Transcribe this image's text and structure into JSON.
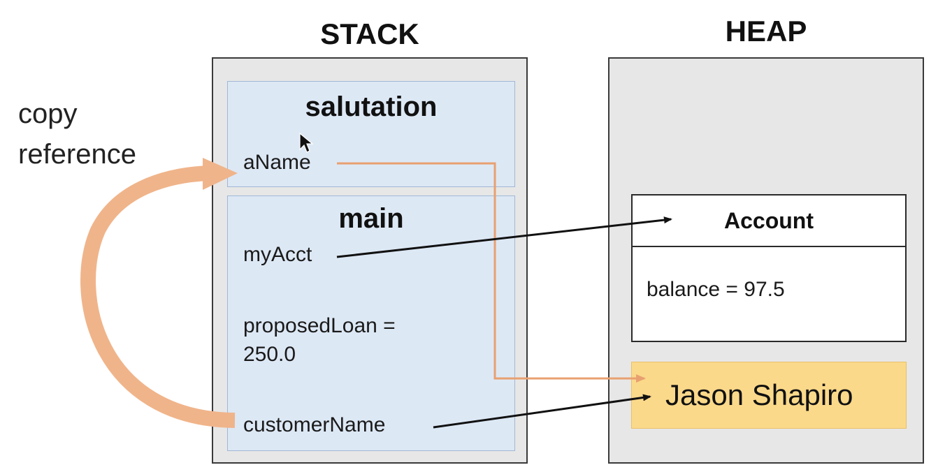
{
  "stack": {
    "title": "STACK",
    "frames": {
      "salutation": {
        "title": "salutation",
        "vars": [
          "aName"
        ]
      },
      "main": {
        "title": "main",
        "vars": [
          "myAcct",
          "proposedLoan = 250.0",
          "customerName"
        ]
      }
    }
  },
  "heap": {
    "title": "HEAP",
    "account": {
      "title": "Account",
      "field": "balance = 97.5"
    },
    "string_value": "Jason Shapiro"
  },
  "annotation": {
    "line1": "copy",
    "line2": "reference"
  },
  "colors": {
    "frame_fill": "#dde8f5",
    "heap_fill": "#e7e7e7",
    "string_fill": "#fbd98a",
    "reference_arrow": "#e8a070",
    "copy_arrow": "#f0b48a"
  },
  "icons": {
    "cursor": "mouse-pointer-icon"
  }
}
